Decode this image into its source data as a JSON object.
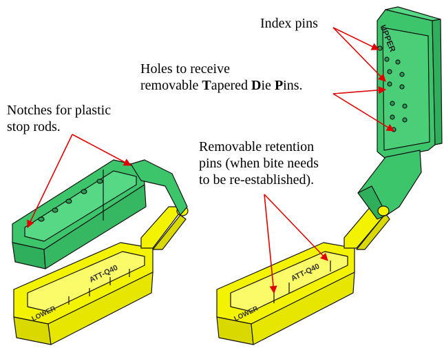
{
  "labels": {
    "notches": {
      "line1": "Notches for plastic",
      "line2": "stop rods."
    },
    "index_pins": "Index pins",
    "holes": {
      "line1": "Holes to receive",
      "line2_pre": "removable ",
      "T": "T",
      "apered": "apered ",
      "D": "D",
      "ie": "ie ",
      "P": "P",
      "ins": "ins."
    },
    "retention": {
      "line1": "Removable retention",
      "line2": "pins (when bite needs",
      "line3": "to be re-established)."
    }
  },
  "part_text": {
    "left_lower_model": "ATT-Q40",
    "left_lower_side": "LOWER",
    "right_lower_model": "ATT-Q40",
    "right_lower_side": "LOWER",
    "right_upper_side": "UPPER"
  },
  "colors": {
    "green": "#3cc56a",
    "green_dark": "#23954a",
    "yellow": "#f3f300",
    "yellow_dark": "#c9c900",
    "arrow": "#e00000"
  }
}
